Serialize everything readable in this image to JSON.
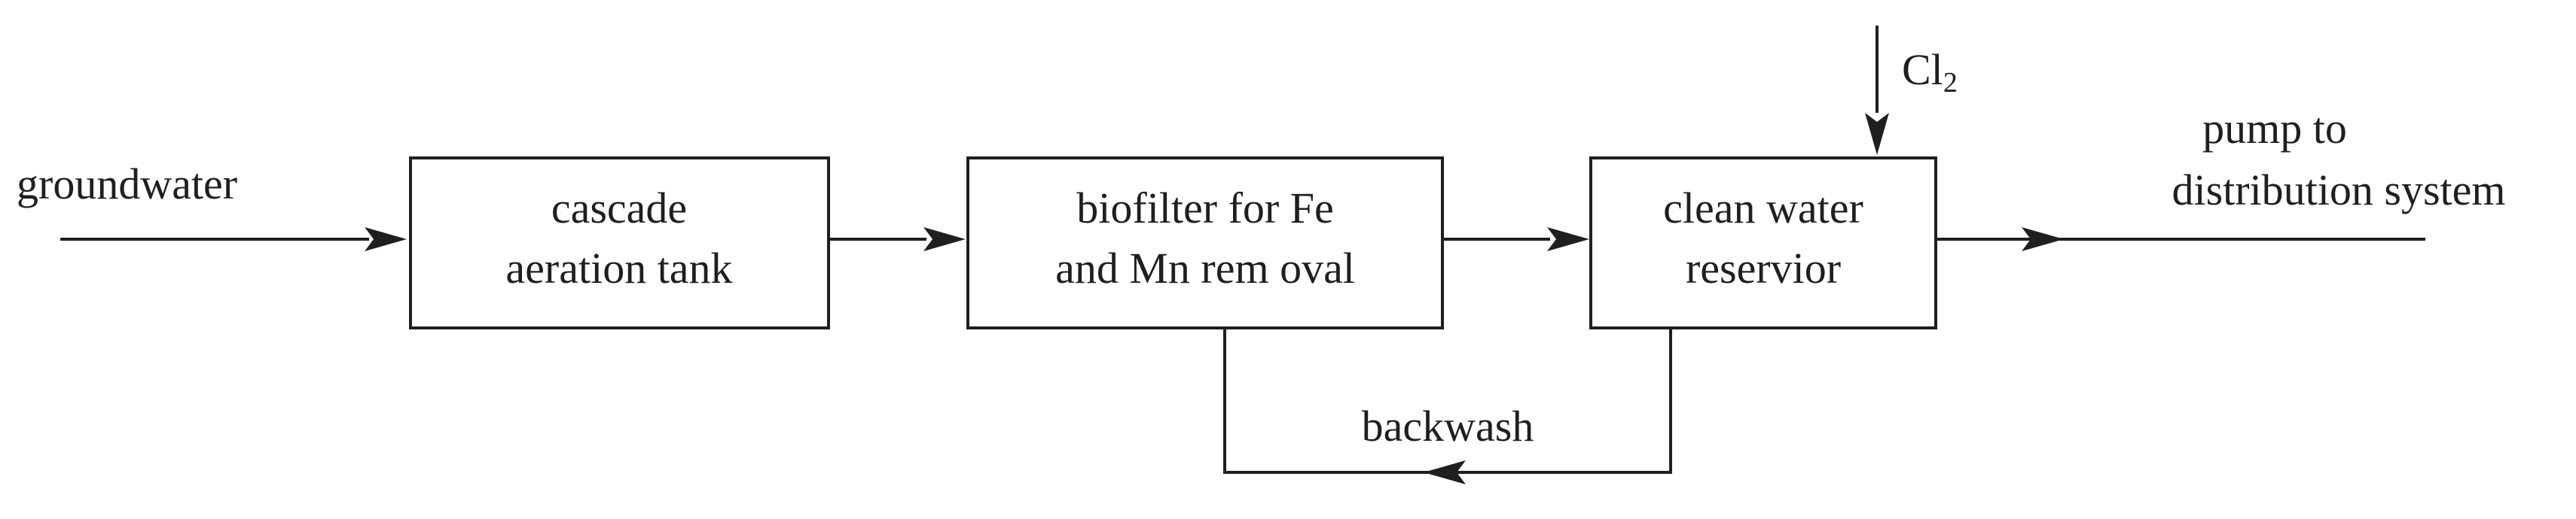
{
  "diagram": {
    "inputs": {
      "groundwater": "groundwater",
      "chlorine": "Cl",
      "chlorine_subscript": "2"
    },
    "nodes": {
      "aeration": [
        "cascade",
        "aeration tank"
      ],
      "biofilter": [
        "biofilter for Fe",
        "and Mn rem oval"
      ],
      "reservoir": [
        "clean water",
        "reservior"
      ]
    },
    "outputs": {
      "distribution": [
        "pump to",
        "distribution system"
      ]
    },
    "loops": {
      "backwash": "backwash"
    }
  }
}
